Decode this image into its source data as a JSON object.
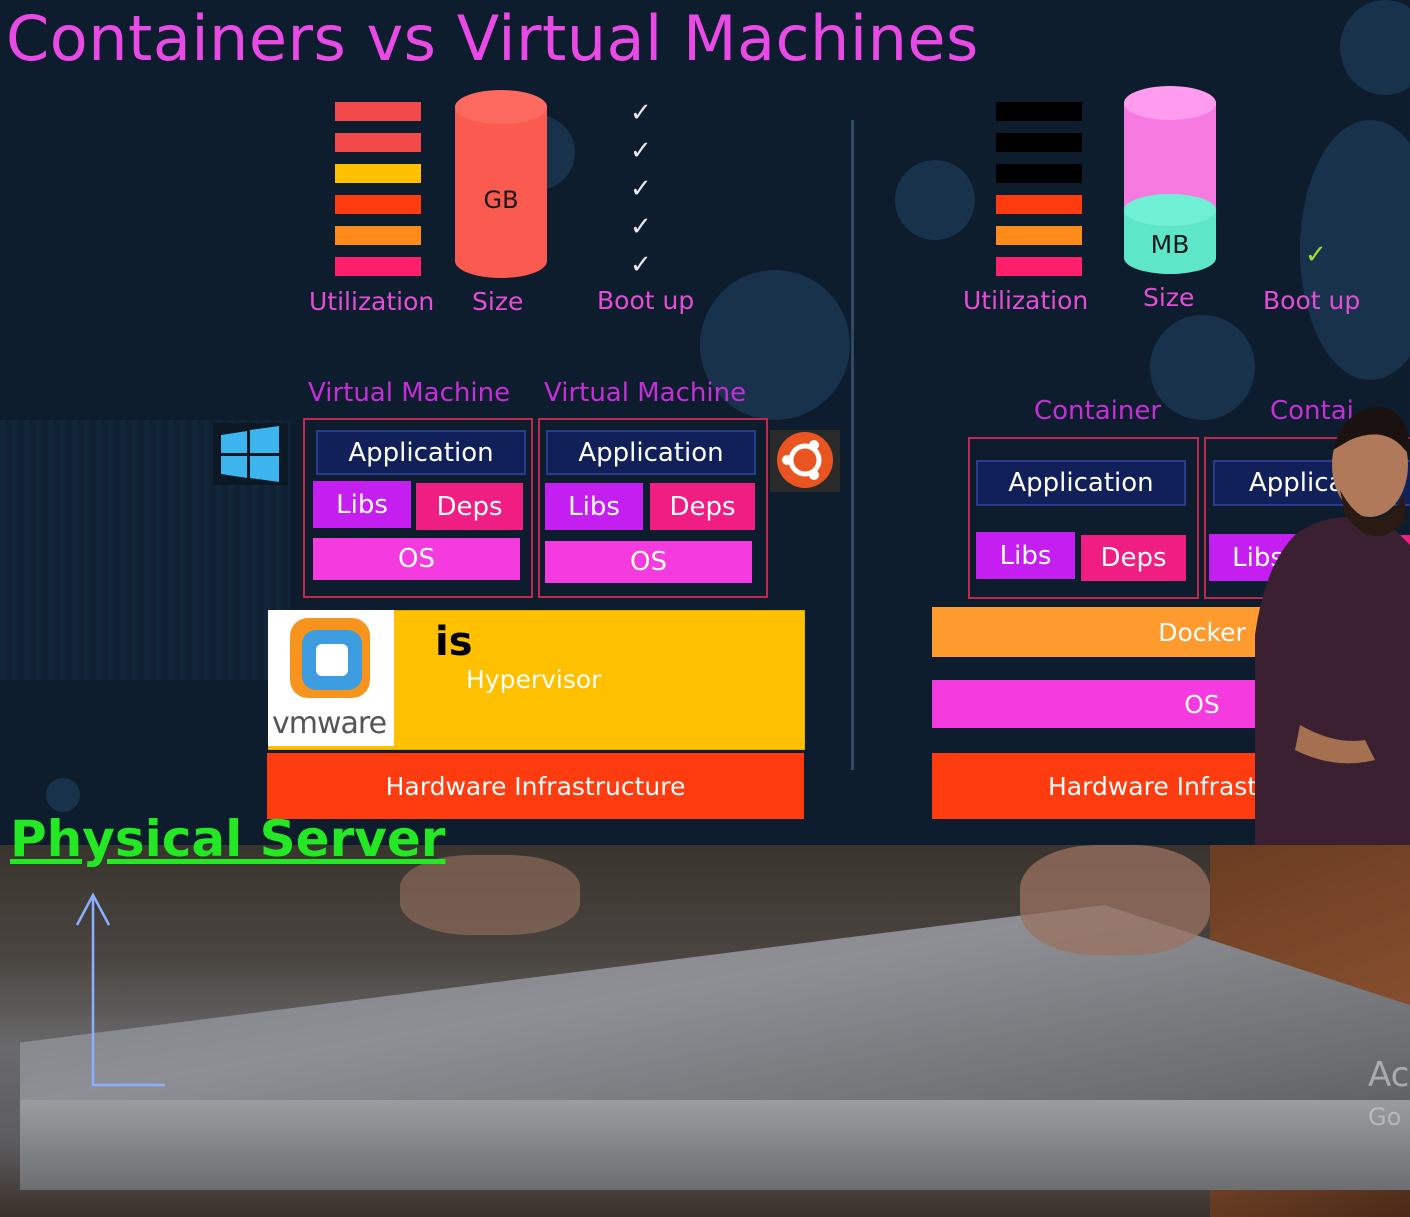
{
  "title": "Containers vs Virtual Machines",
  "vm_side": {
    "labels": {
      "utilization": "Utilization",
      "size": "Size",
      "bootup": "Boot up"
    },
    "size_value": "GB",
    "utilization_bars": [
      "#f24a4a",
      "#f24a4a",
      "#ffc000",
      "#ff3b10",
      "#ff8c1a",
      "#ff1f6b"
    ],
    "checks": [
      "✓",
      "✓",
      "✓",
      "✓",
      "✓"
    ],
    "vm_titles": [
      "Virtual Machine",
      "Virtual Machine"
    ],
    "blocks": {
      "application": "Application",
      "libs": "Libs",
      "deps": "Deps",
      "os": "OS"
    },
    "hypervisor_is": "is",
    "hypervisor": "Hypervisor",
    "vmware": "vmware",
    "hardware": "Hardware Infrastructure"
  },
  "container_side": {
    "labels": {
      "utilization": "Utilization",
      "size": "Size",
      "bootup": "Boot up"
    },
    "size_value": "MB",
    "utilization_bars": [
      "#000000",
      "#000000",
      "#000000",
      "#ff3b10",
      "#ff8c1a",
      "#ff1f6b"
    ],
    "check": "✓",
    "container_titles": [
      "Container",
      "Contai"
    ],
    "blocks": {
      "application": "Application",
      "application_cut": "Applicati",
      "libs": "Libs",
      "deps": "Deps"
    },
    "docker": "Docker",
    "os": "OS",
    "hardware": "Hardware Infrastructu"
  },
  "annotation": {
    "physical_server": "Physical Server"
  },
  "watermark": {
    "line1": "Ac",
    "line2": "Go"
  },
  "colors": {
    "title": "#e94ae6",
    "label": "#c42fd8",
    "hypervisor": "#ffc000",
    "hardware": "#ff3b10",
    "docker": "#ff9a2e",
    "physical_server": "#23e823"
  }
}
